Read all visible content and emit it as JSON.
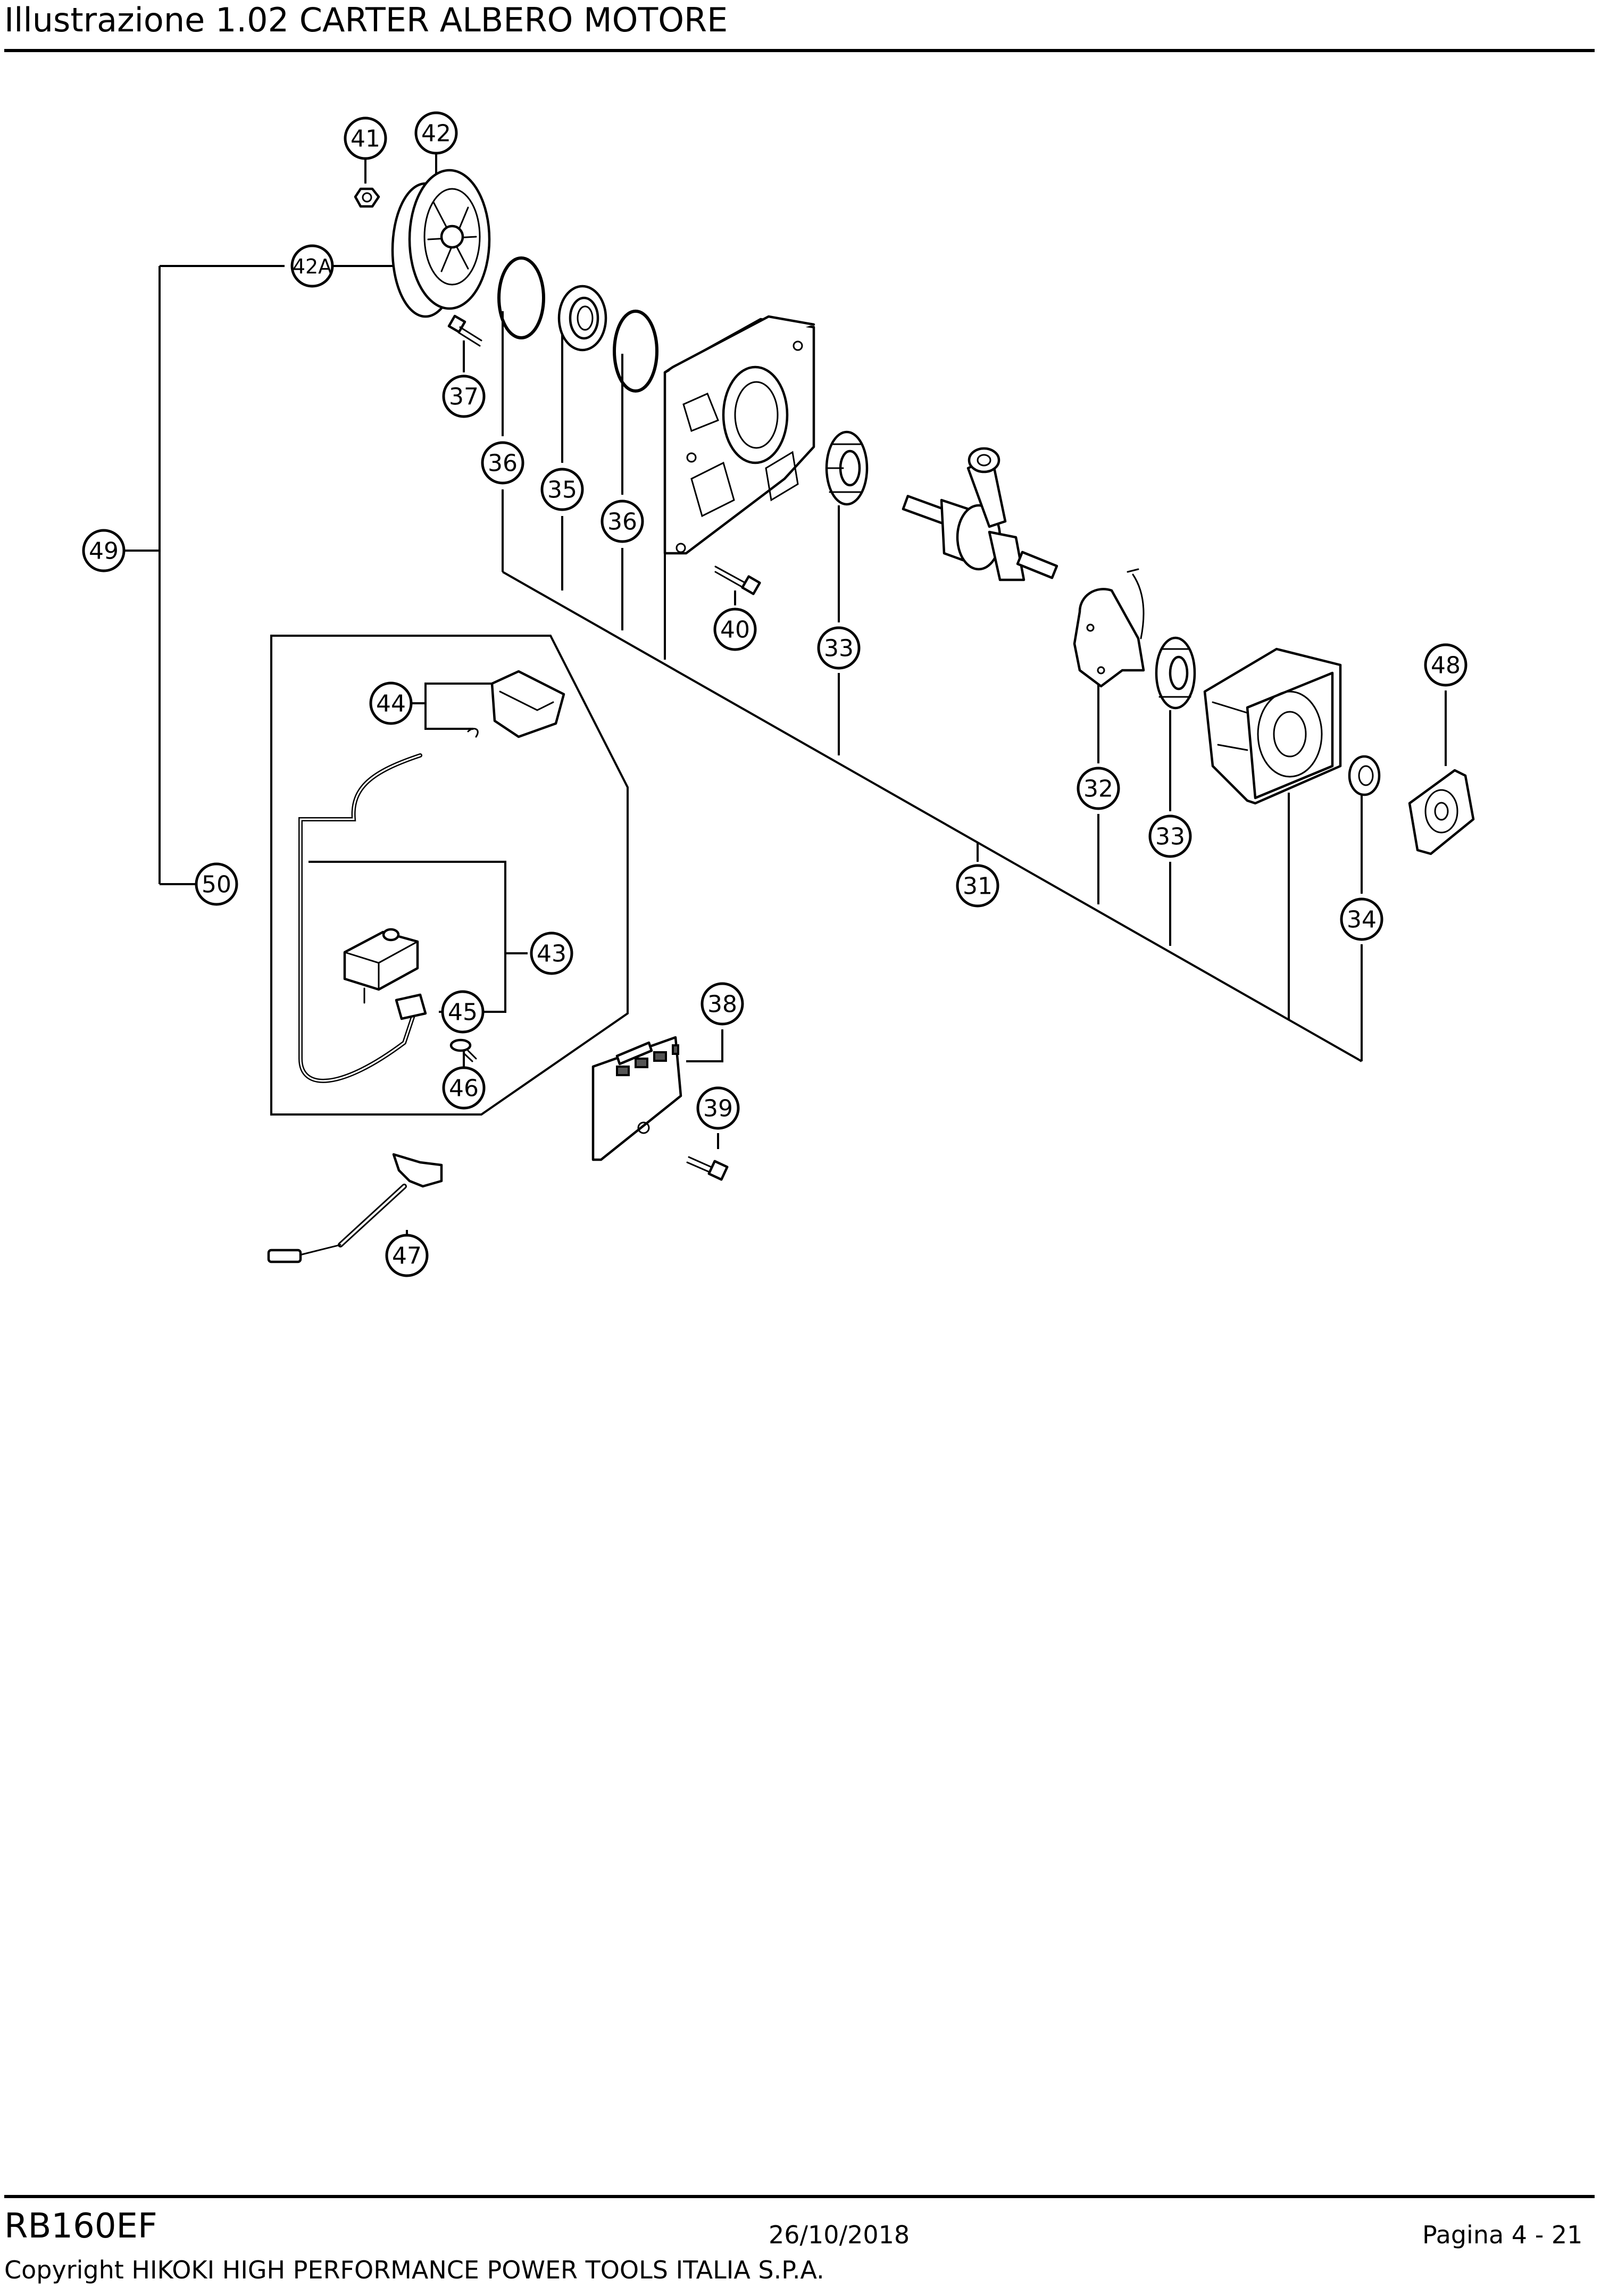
{
  "header": {
    "title": "Illustrazione  1.02 CARTER ALBERO MOTORE"
  },
  "diagram": {
    "callouts": [
      {
        "id": "c41",
        "label": "41"
      },
      {
        "id": "c42",
        "label": "42"
      },
      {
        "id": "c42a",
        "label": "42A"
      },
      {
        "id": "c37",
        "label": "37"
      },
      {
        "id": "c36a",
        "label": "36"
      },
      {
        "id": "c35",
        "label": "35"
      },
      {
        "id": "c36b",
        "label": "36"
      },
      {
        "id": "c49",
        "label": "49"
      },
      {
        "id": "c40",
        "label": "40"
      },
      {
        "id": "c33a",
        "label": "33"
      },
      {
        "id": "c44",
        "label": "44"
      },
      {
        "id": "c48",
        "label": "48"
      },
      {
        "id": "c32",
        "label": "32"
      },
      {
        "id": "c33b",
        "label": "33"
      },
      {
        "id": "c50",
        "label": "50"
      },
      {
        "id": "c31",
        "label": "31"
      },
      {
        "id": "c34",
        "label": "34"
      },
      {
        "id": "c43",
        "label": "43"
      },
      {
        "id": "c38",
        "label": "38"
      },
      {
        "id": "c45",
        "label": "45"
      },
      {
        "id": "c46",
        "label": "46"
      },
      {
        "id": "c39",
        "label": "39"
      },
      {
        "id": "c47",
        "label": "47"
      }
    ]
  },
  "footer": {
    "model": "RB160EF",
    "date": "26/10/2018",
    "page": "Pagina 4 - 21",
    "copyright": "Copyright HIKOKI HIGH PERFORMANCE POWER TOOLS ITALIA S.P.A."
  }
}
